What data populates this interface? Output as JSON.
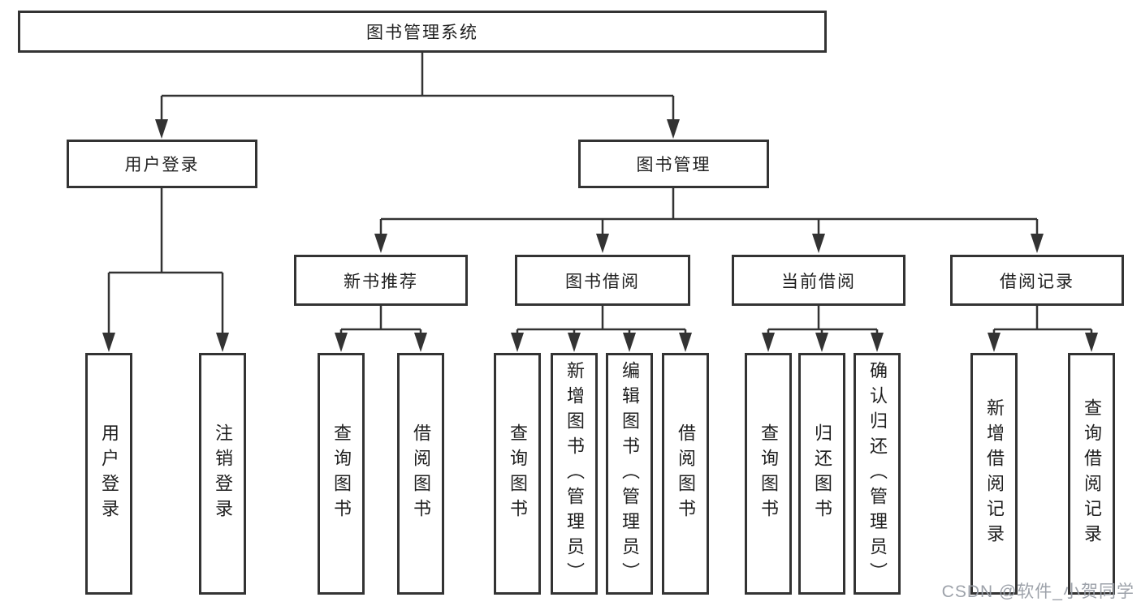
{
  "diagram": {
    "root": {
      "label": "图书管理系统"
    },
    "level2": [
      {
        "label": "用户登录"
      },
      {
        "label": "图书管理"
      }
    ],
    "level3": [
      {
        "label": "新书推荐"
      },
      {
        "label": "图书借阅"
      },
      {
        "label": "当前借阅"
      },
      {
        "label": "借阅记录"
      }
    ],
    "leaves": {
      "user_login": [
        "用户登录",
        "注销登录"
      ],
      "new_book": [
        "查询图书",
        "借阅图书"
      ],
      "book_borrow": [
        "查询图书",
        "新增图书（管理员）",
        "编辑图书（管理员）",
        "借阅图书"
      ],
      "current_borrow": [
        "查询图书",
        "归还图书",
        "确认归还（管理员）"
      ],
      "borrow_records": [
        "新增借阅记录",
        "查询借阅记录"
      ]
    }
  },
  "watermark": "CSDN @软件_小贺同学",
  "colors": {
    "line": "#333333",
    "border": "#333333",
    "text": "#1f1f1f",
    "watermark": "#989da5",
    "background": "#ffffff"
  }
}
